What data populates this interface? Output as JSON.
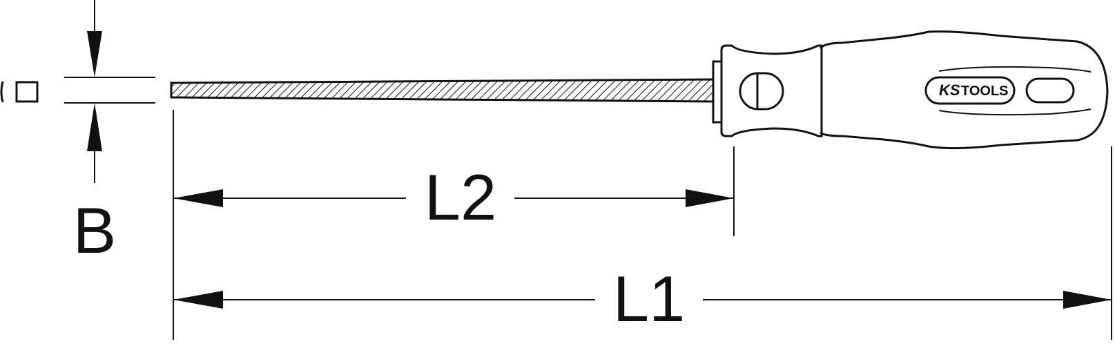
{
  "labels": {
    "width": "B",
    "blade_length": "L2",
    "total_length": "L1"
  },
  "logo": {
    "part1": "KS",
    "part2": "TOOLS"
  },
  "section_symbol": "square-section-icon",
  "colors": {
    "line": "#111111",
    "background": "#ffffff"
  }
}
